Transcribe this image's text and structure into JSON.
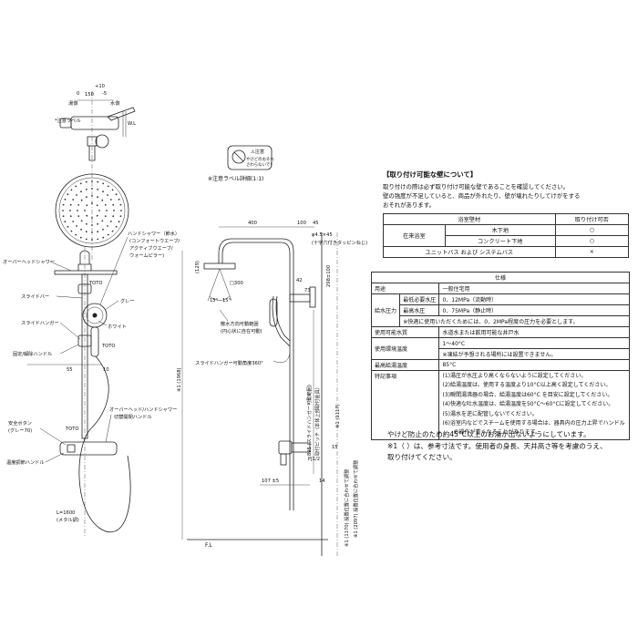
{
  "drawing": {
    "top_labels": {
      "hot": "湯側",
      "cold": "水側",
      "caution_label": "*注意ラベル",
      "wl": "W.L",
      "dim_150": "150",
      "dim_pm10": "+10",
      "dim_m5": "-5",
      "dim_0": "0"
    },
    "caution": {
      "title": "⚠注意",
      "body_line1": "やけどのおそれ",
      "body_line2": "さわらないで！",
      "detail": "※注意ラベル詳細(1:1)"
    },
    "left_labels": {
      "overhead": "オーバーヘッドシャワー",
      "hand_shower": "ハンドシャワー（節水）",
      "hand_modes_line1": "(コンフォートウエーブ/",
      "hand_modes_line2": "アクティブウエーブ/",
      "hand_modes_line3": "ウォームピラー)",
      "gray": "グレー",
      "slide_bar": "スライドバー",
      "white": "ホワイト",
      "slide_hanger": "スライドハンガー",
      "fix_handle": "固定/解除ハンドル",
      "toto1": "TOTO",
      "toto2": "TOTO",
      "toto3": "TOTO",
      "dim_55": "55",
      "dim_10": "10",
      "switch_handle_line1": "オーバーヘッド/ハンドシャワー",
      "switch_handle_line2": "切替開閉ハンドル",
      "safety_button_line1": "安全ボタン",
      "safety_button_line2": "(グレー70)",
      "temp_handle": "温度調節ハンドル",
      "hose_line1": "L=1600",
      "hose_line2": "(メタル調)"
    },
    "side_labels": {
      "dim_400": "400",
      "dim_100": "100",
      "dim_45": "45",
      "screw_line1": "φ4.5×45",
      "screw_line2": "(十字穴付きタッピンねじ)",
      "dim_129": "(129)",
      "dim_300": "□300",
      "angle1": "15°",
      "angle2": "15°",
      "spray_range_line1": "散水方向可動範囲",
      "spray_range_line2": "(円心状に自在可動)",
      "dim_42": "42",
      "dim_73": "73",
      "dim_298": "298±100",
      "hanger_angle": "スライドハンガー可動角度360°",
      "dim_1968": "※1 (1968)",
      "dim_895_line1": "895 (スライドハンガー可動範囲)",
      "dim_895_line2": "取付ピッチ（本体上部取付金具）",
      "dim_1117": "※1 (1117)",
      "dim_2097": "※1 (2097) 設置位置に合わせて調整",
      "dim_1170": "※1 (1170) 設置位置に合わせて調整",
      "dim_107": "107 ±5",
      "dim_14": "14",
      "dim_15": "15",
      "pj": "PJ1/2",
      "fl": "F.L"
    }
  },
  "wall": {
    "title": "【取り付け可能な壁について】",
    "notes": [
      "取り付けの際は必ず取り付け可能な壁であることを確認してください。",
      "壁の強度が不足していると、商品が外れたり、壁が壊れたりしてけがをする",
      "おそれがあります。"
    ],
    "header": {
      "material": "浴室壁材",
      "ok": "取り付け可否"
    },
    "rows": [
      {
        "group": "在来浴室",
        "material": "木下地",
        "ok": "○"
      },
      {
        "group": "",
        "material": "コンクリート下地",
        "ok": "○"
      },
      {
        "group": "ユニットバス および システムバス",
        "material": "",
        "ok": "×"
      }
    ]
  },
  "spec": {
    "title": "仕様",
    "usage_label": "用途",
    "usage_value": "一般住宅用",
    "pressure_label": "給水圧力",
    "min_label": "最低必要水圧",
    "min_value": "0．12MPa（流動時）",
    "max_label": "最高水圧",
    "max_value": "0．75MPa（静止時）",
    "pressure_note": "※快適に使用いただくためには、0．2MPa程度の圧力を必要とします。",
    "quality_label": "使用可能水質",
    "quality_value": "水道水または飲用可能な井戸水",
    "env_label": "使用環境温度",
    "env_value": "1～40°C",
    "env_note": "※凍結が予想される場所には設置できません。",
    "hot_label": "最高給湯温度",
    "hot_value": "85°C",
    "special_label": "特記事項",
    "special_notes": [
      "(1)湯圧が水圧より高くならないように設定してください。",
      "(2)給湯温度は、使用する温度より10°C以上高く設定してください。",
      "(3)瞬間湯沸器の場合、給湯温度は60°C を目安に設定してください。",
      "(4)快適な吐水温度は、給湯温度を50°C～60°Cに設定してください。",
      "(5)湯水を逆に配管しないでください。",
      "(6)浴室内などでスチームを使用する場合は、器具内の圧力上昇でハンドル",
      "　　の操作が重くなることがあります。"
    ]
  },
  "footer": {
    "lines": [
      "やけど防止のため約45°C以上のお湯が出ないようにしています。",
      "※1（ ）は、参考寸法です。使用者の身長、天井高さ等を考慮のうえ、",
      "取り付けてください。"
    ]
  }
}
